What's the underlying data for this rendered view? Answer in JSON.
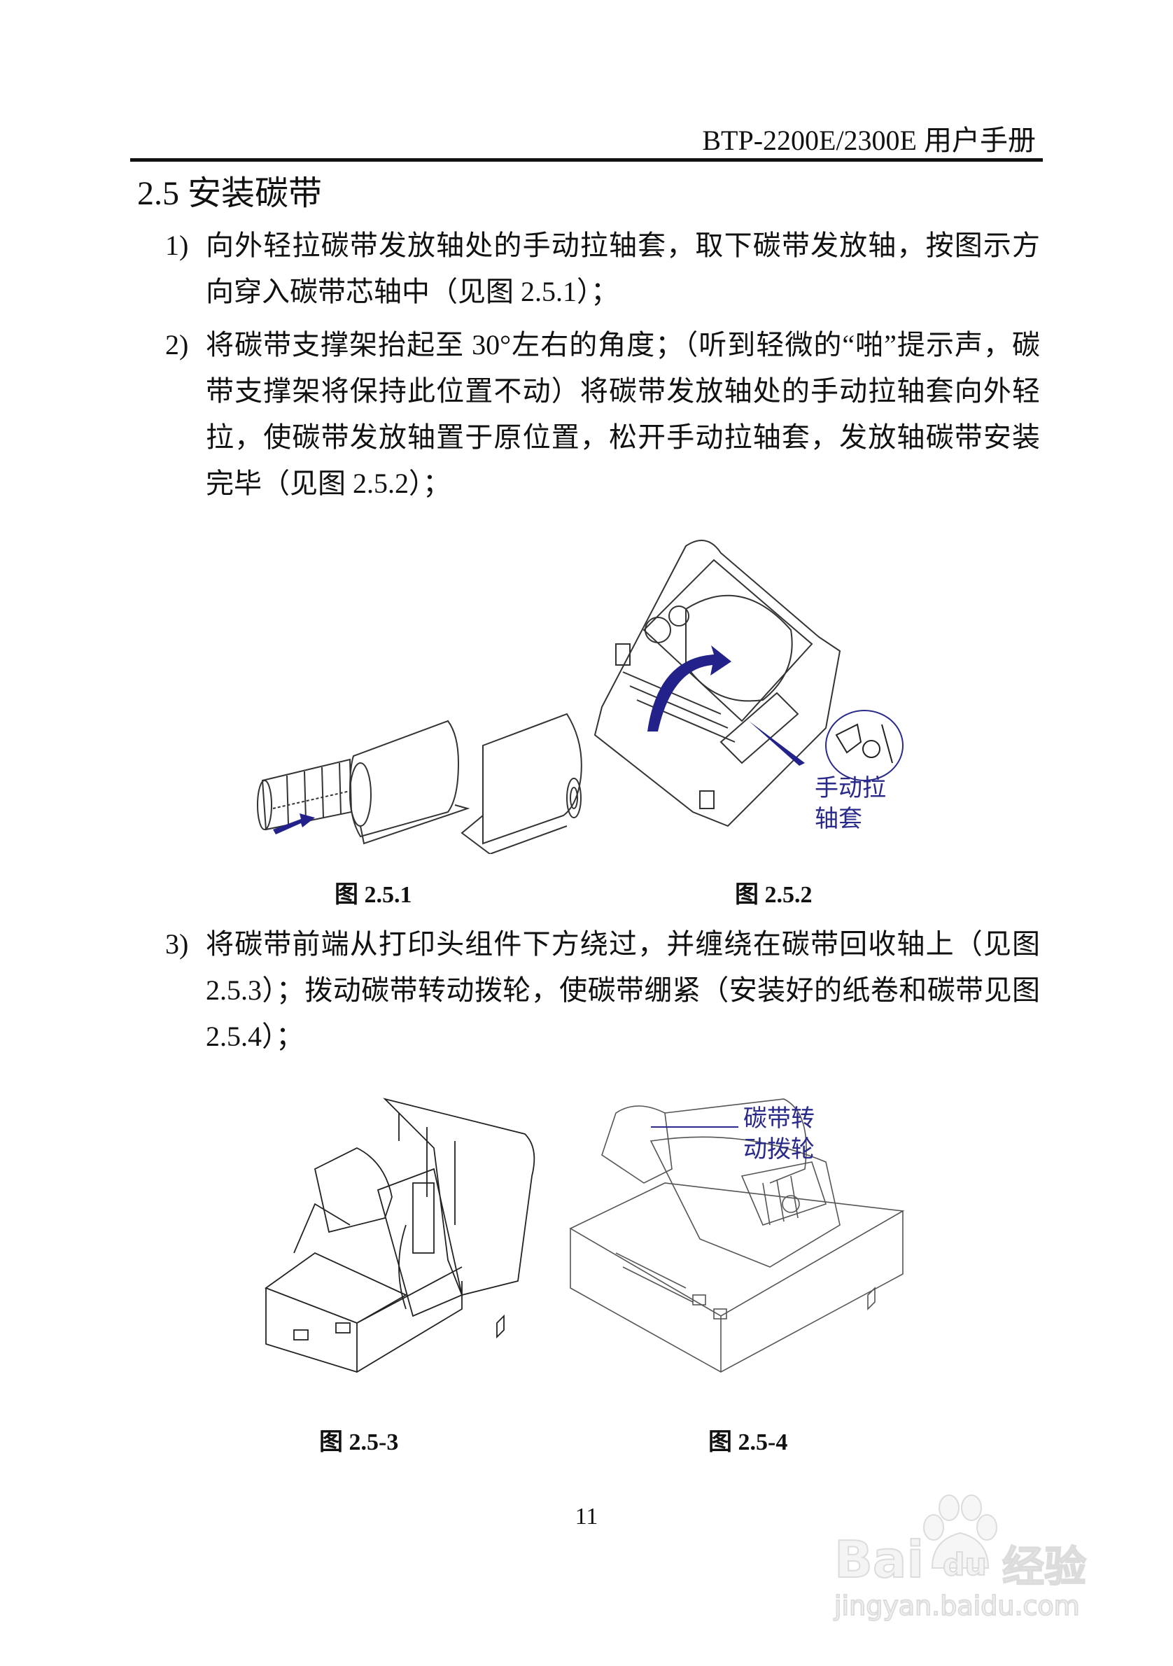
{
  "header": {
    "title": "BTP-2200E/2300E 用户手册"
  },
  "section": {
    "number": "2.5",
    "title": "2.5 安装碳带"
  },
  "steps": [
    {
      "num": "1)",
      "text": "向外轻拉碳带发放轴处的手动拉轴套，取下碳带发放轴，按图示方向穿入碳带芯轴中（见图 2.5.1）；"
    },
    {
      "num": "2)",
      "text": "将碳带支撑架抬起至  30°左右的角度；（听到轻微的“啪”提示声，碳带支撑架将保持此位置不动）将碳带发放轴处的手动拉轴套向外轻拉，使碳带发放轴置于原位置，松开手动拉轴套，发放轴碳带安装完毕（见图 2.5.2）；"
    },
    {
      "num": "3)",
      "text": "将碳带前端从打印头组件下方绕过，并缠绕在碳带回收轴上（见图 2.5.3）；拨动碳带转动拨轮，使碳带绷紧（安装好的纸卷和碳带见图 2.5.4）；"
    }
  ],
  "figures": [
    {
      "id": "fig-2-5-1",
      "caption": "图 2.5.1"
    },
    {
      "id": "fig-2-5-2",
      "caption": "图 2.5.2",
      "callout": [
        "手动拉",
        "轴套"
      ]
    },
    {
      "id": "fig-2-5-3",
      "caption": "图 2.5-3"
    },
    {
      "id": "fig-2-5-4",
      "caption": "图 2.5-4",
      "callout": [
        "碳带转",
        "动拨轮"
      ]
    }
  ],
  "page_number": "11",
  "watermark": {
    "logo_text": "Bai",
    "logo_paw_text": "du",
    "logo_suffix": "经验",
    "url": "jingyan.baidu.com"
  },
  "colors": {
    "text": "#111111",
    "callout": "#2a2a8a",
    "arrow": "#22228a",
    "line_art": "#333333"
  }
}
